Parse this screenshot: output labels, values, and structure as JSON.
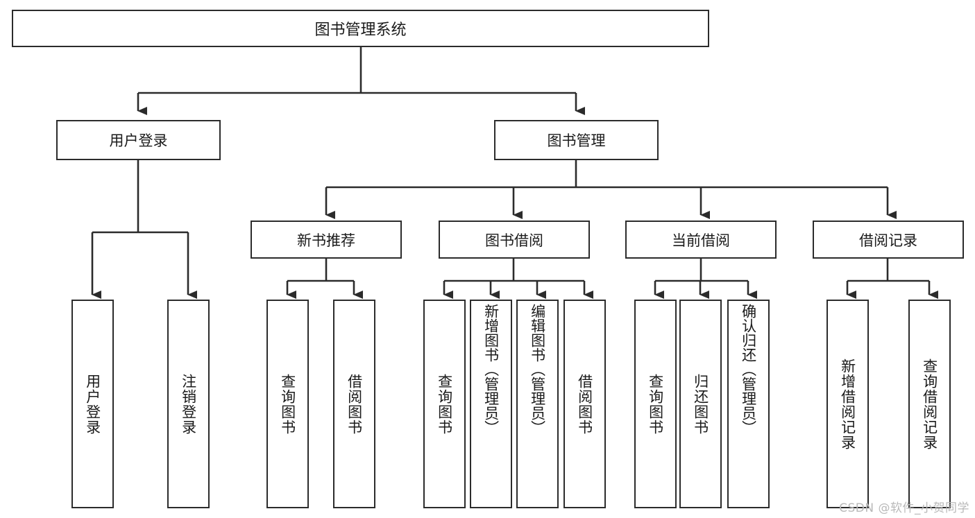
{
  "diagram": {
    "type": "tree",
    "title": "图书管理系统",
    "root": {
      "label": "图书管理系统"
    },
    "level2": [
      {
        "id": "user-login",
        "label": "用户登录"
      },
      {
        "id": "book-manage",
        "label": "图书管理"
      }
    ],
    "level3": [
      {
        "id": "new-book-recommend",
        "label": "新书推荐",
        "parent": "book-manage"
      },
      {
        "id": "book-borrow",
        "label": "图书借阅",
        "parent": "book-manage"
      },
      {
        "id": "current-borrow",
        "label": "当前借阅",
        "parent": "book-manage"
      },
      {
        "id": "borrow-record",
        "label": "借阅记录",
        "parent": "book-manage"
      }
    ],
    "leaves": [
      {
        "id": "leaf-user-login",
        "label": "用户登录",
        "parent": "user-login"
      },
      {
        "id": "leaf-logout-login",
        "label": "注销登录",
        "parent": "user-login"
      },
      {
        "id": "leaf-query-book-1",
        "label": "查询图书",
        "parent": "new-book-recommend"
      },
      {
        "id": "leaf-borrow-book-1",
        "label": "借阅图书",
        "parent": "new-book-recommend"
      },
      {
        "id": "leaf-query-book-2",
        "label": "查询图书",
        "parent": "book-borrow"
      },
      {
        "id": "leaf-add-book",
        "label": "新增图书（管理员）",
        "parent": "book-borrow"
      },
      {
        "id": "leaf-edit-book",
        "label": "编辑图书（管理员）",
        "parent": "book-borrow"
      },
      {
        "id": "leaf-borrow-book-2",
        "label": "借阅图书",
        "parent": "book-borrow"
      },
      {
        "id": "leaf-query-book-3",
        "label": "查询图书",
        "parent": "current-borrow"
      },
      {
        "id": "leaf-return-book",
        "label": "归还图书",
        "parent": "current-borrow"
      },
      {
        "id": "leaf-confirm-return",
        "label": "确认归还（管理员）",
        "parent": "current-borrow"
      },
      {
        "id": "leaf-add-record",
        "label": "新增借阅记录",
        "parent": "borrow-record"
      },
      {
        "id": "leaf-query-record",
        "label": "查询借阅记录",
        "parent": "borrow-record"
      }
    ],
    "colors": {
      "stroke": "#2b2b2b",
      "fill": "#ffffff",
      "text": "#1a1a1a",
      "watermark": "#b9b9b9"
    }
  },
  "watermark": {
    "text": "CSDN @软件_小贺同学"
  }
}
